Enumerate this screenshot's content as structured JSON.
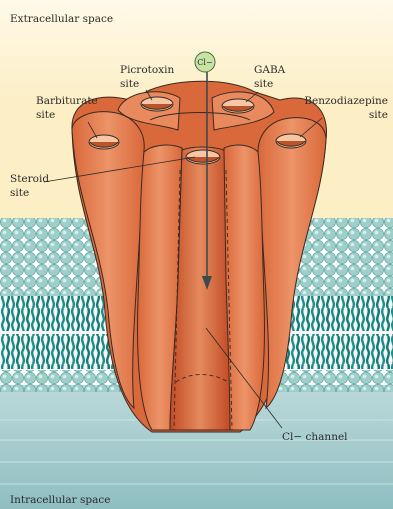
{
  "labels": {
    "extracellular": "Extracellular space",
    "intracellular": "Intracellular space",
    "picrotoxin_line1": "Picrotoxin",
    "picrotoxin_line2": "site",
    "gaba_line1": "GABA",
    "gaba_line2": "site",
    "barbiturate_line1": "Barbiturate",
    "barbiturate_line2": "site",
    "benzodiazepine_line1": "Benzodiazepine",
    "benzodiazepine_line2": "site",
    "steroid_line1": "Steroid",
    "steroid_line2": "site",
    "ion": "Cl−",
    "channel": "Cl− channel"
  },
  "colors": {
    "extracellular_bg": "#fcefc6",
    "intracellular_bg": "#a7cccf",
    "lipid_head": "#9ccac8",
    "lipid_tail": "#1d8a86",
    "receptor_fill": "#e07a4a",
    "receptor_dark": "#c9552a",
    "receptor_light": "#eb9266",
    "receptor_outline": "#3a2a22",
    "ion_fill": "#c9e3a4",
    "pore_arrow": "#3c4a50"
  }
}
